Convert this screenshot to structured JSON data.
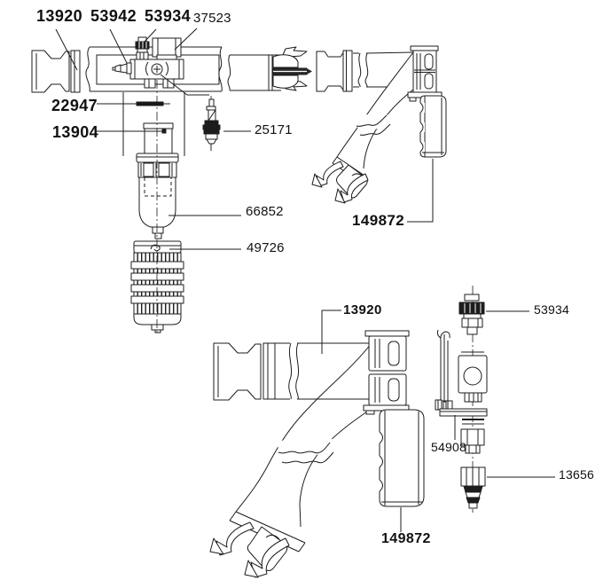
{
  "diagram": {
    "type": "exploded-parts-diagram",
    "colors": {
      "line": "#1c1c1c",
      "background": "#ffffff"
    },
    "labels": [
      {
        "id": "13920-top",
        "text": "13920"
      },
      {
        "id": "53942",
        "text": "53942"
      },
      {
        "id": "53934-top",
        "text": "53934"
      },
      {
        "id": "37523",
        "text": "37523"
      },
      {
        "id": "22947",
        "text": "22947"
      },
      {
        "id": "13904",
        "text": "13904"
      },
      {
        "id": "25171",
        "text": "25171"
      },
      {
        "id": "66852",
        "text": "66852"
      },
      {
        "id": "49726",
        "text": "49726"
      },
      {
        "id": "149872-top",
        "text": "149872"
      },
      {
        "id": "13920-bottom",
        "text": "13920"
      },
      {
        "id": "53934-bottom",
        "text": "53934"
      },
      {
        "id": "54908",
        "text": "54908"
      },
      {
        "id": "13656",
        "text": "13656"
      },
      {
        "id": "149872-bottom",
        "text": "149872"
      }
    ]
  }
}
